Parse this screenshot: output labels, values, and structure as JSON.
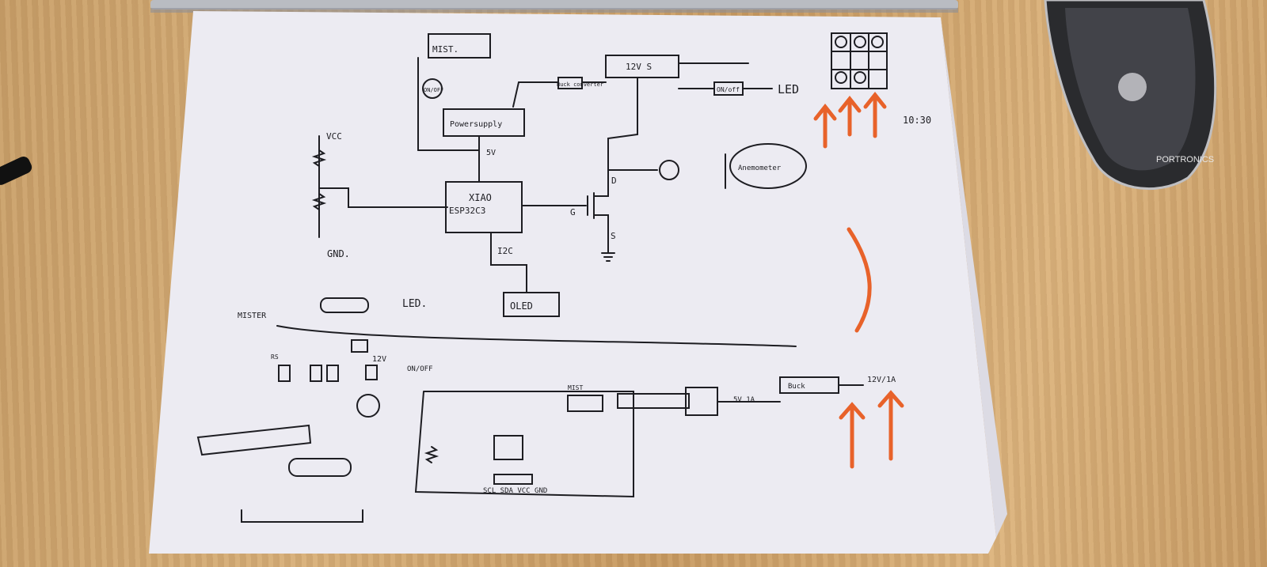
{
  "colors": {
    "desk": "#d2a872",
    "paper": "#eceaf2",
    "ink": "#1d1d22",
    "marker": "#e8622a"
  },
  "labels": {
    "mist": "MIST.",
    "onoff_mist": "ON/OFF",
    "buck_converter": "Buck converter",
    "twelve_v": "12V S",
    "on_off": "ON/off",
    "led_top": "LED",
    "power_supply": "Powersupply",
    "vcc": "VCC",
    "five_v": "5V",
    "xiao": "XIAO",
    "esp": "ESP32C3",
    "gnd": "GND.",
    "g": "G",
    "d": "D",
    "s": "S",
    "i2c": "I2C",
    "oled": "OLED",
    "anemometer": "Anemometer",
    "time": "10:30",
    "mister": "MISTER",
    "led_lower": "LED.",
    "rs": "RS",
    "t12v": "12V",
    "onoff_lower": "ON/OFF",
    "mist_lower": "MIST",
    "buck_lower": "Buck",
    "five_v_1a": "5V 1A",
    "twelve_v_1a": "12V/1A",
    "pins": "SCL SDA VCC GND",
    "brand": "PORTRONICS"
  }
}
